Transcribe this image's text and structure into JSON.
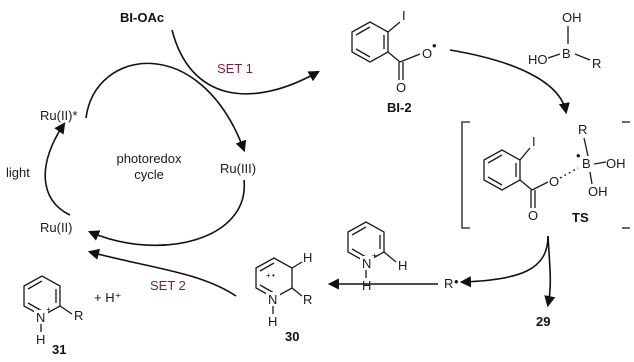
{
  "reagent": "BI-OAc",
  "set1": "SET 1",
  "set2": "SET 2",
  "cycle": {
    "ru_excited": "Ru(II)*",
    "ru_iii": "Ru(III)",
    "ru_ii": "Ru(II)",
    "light": "light",
    "center_line1": "photoredox",
    "center_line2": "cycle"
  },
  "bi2": {
    "label": "BI-2",
    "iodine": "I",
    "o1": "O",
    "o2": "O",
    "radical_dot": "•"
  },
  "boronic_acid": {
    "oh_top": "OH",
    "ho_left": "HO",
    "b": "B",
    "r": "R"
  },
  "ts": {
    "label": "TS",
    "iodine": "I",
    "r": "R",
    "b": "B",
    "oh1": "OH",
    "oh2": "OH",
    "o_link": "O",
    "o_carbonyl": "O",
    "dots": "•"
  },
  "radical": {
    "label": "R",
    "dot": "•"
  },
  "product29": "29",
  "pyridinium_top": {
    "n": "N",
    "plus": "+",
    "nh": "H",
    "ch": "H"
  },
  "compound30": {
    "label": "30",
    "n": "N",
    "plus": "+",
    "nh": "H",
    "h": "H",
    "r": "R",
    "dot": "•"
  },
  "compound31": {
    "label": "31",
    "n": "N",
    "plus": "+",
    "nh": "H",
    "r": "R",
    "proton": "+ H⁺"
  }
}
